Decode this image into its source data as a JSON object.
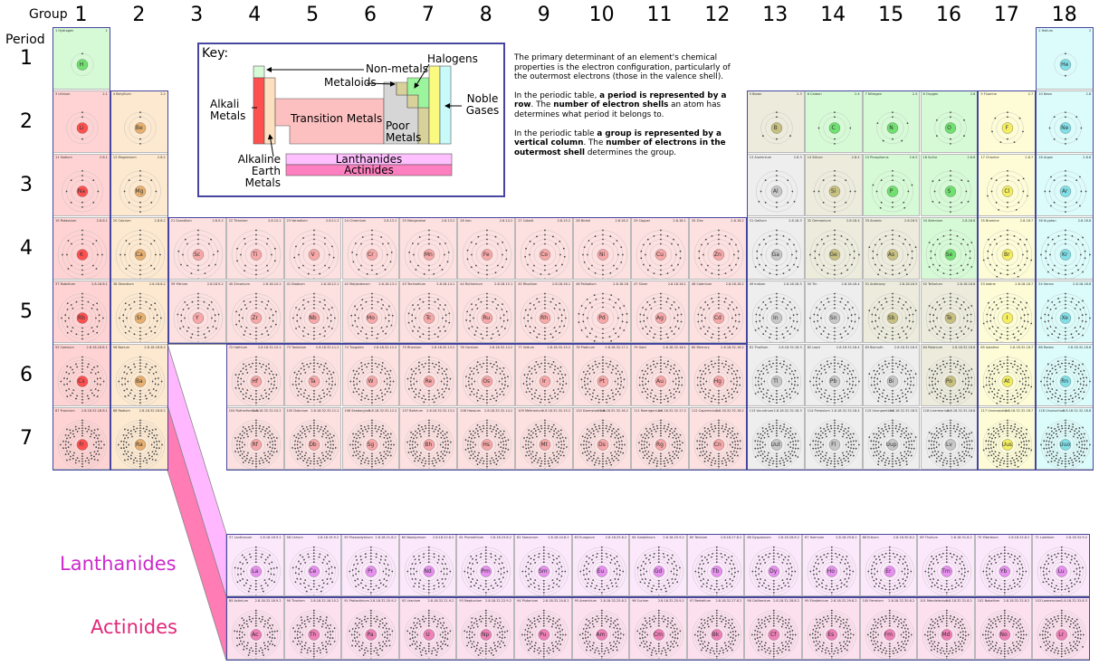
{
  "header": {
    "group_word": "Group",
    "period_word": "Period"
  },
  "groups": [
    "1",
    "2",
    "3",
    "4",
    "5",
    "6",
    "7",
    "8",
    "9",
    "10",
    "11",
    "12",
    "13",
    "14",
    "15",
    "16",
    "17",
    "18"
  ],
  "periods": [
    "1",
    "2",
    "3",
    "4",
    "5",
    "6",
    "7"
  ],
  "key": {
    "title": "Key:",
    "non_metals": "Non-metals",
    "halogens": "Halogens",
    "metaloids": "Metaloids",
    "alkali_metals": "Alkali Metals",
    "transition_metals": "Transition Metals",
    "noble_gases": "Noble Gases",
    "poor_metals": "Poor Metals",
    "alkaline_earth_metals": "Alkaline Earth Metals",
    "lanthanides": "Lanthanides",
    "actinides": "Actinides"
  },
  "info": {
    "p1": "The primary determinant of an element's chemical properties is the electron configuration, particularly of the outermost electrons (those in the valence shell).",
    "p2_a": "In the periodic table, ",
    "p2_b": "a period is represented by a row",
    "p2_c": ". The ",
    "p2_d": "number of electron shells",
    "p2_e": " an atom has determines what period it belongs to.",
    "p3_a": "In the periodic table ",
    "p3_b": "a group is represented by a vertical column",
    "p3_c": ". The ",
    "p3_d": "number of electrons in the outermost shell",
    "p3_e": " determines the group."
  },
  "row_labels": {
    "lanthanides": "Lanthanides",
    "actinides": "Actinides"
  },
  "colors": {
    "alkali": "#ffd3d3",
    "alkali_nucleus": "#ff5050",
    "alkaline": "#fde9d0",
    "alkaline_nucleus": "#e8b070",
    "transition": "#fde0e0",
    "transition_nucleus": "#f8a8a8",
    "poor": "#eeeeee",
    "poor_nucleus": "#c8c8c8",
    "metalloid": "#ecebdc",
    "metalloid_nucleus": "#c8c080",
    "nonmetal": "#d6fad6",
    "nonmetal_nucleus": "#70e070",
    "halogen": "#fdfcd6",
    "halogen_nucleus": "#f4ee60",
    "noble": "#dcfbfb",
    "noble_nucleus": "#80e0e8",
    "lanthanide": "#fce8fb",
    "lanthanide_nucleus": "#e890f0",
    "actinide": "#fde0ee",
    "actinide_nucleus": "#f080b8",
    "border": "#4646a0",
    "lanth_label": "#cc2acc",
    "actin_label": "#e0287a"
  },
  "elements": [
    {
      "n": 1,
      "name": "Hydrogen",
      "sym": "H",
      "cfg": "1",
      "cat": "nonmetal",
      "g": 1,
      "p": 1
    },
    {
      "n": 2,
      "name": "Helium",
      "sym": "He",
      "cfg": "2",
      "cat": "noble",
      "g": 18,
      "p": 1
    },
    {
      "n": 3,
      "name": "Lithium",
      "sym": "Li",
      "cfg": "2.1",
      "cat": "alkali",
      "g": 1,
      "p": 2
    },
    {
      "n": 4,
      "name": "Beryllium",
      "sym": "Be",
      "cfg": "2.2",
      "cat": "alkaline",
      "g": 2,
      "p": 2
    },
    {
      "n": 5,
      "name": "Boron",
      "sym": "B",
      "cfg": "2.3",
      "cat": "metalloid",
      "g": 13,
      "p": 2
    },
    {
      "n": 6,
      "name": "Carbon",
      "sym": "C",
      "cfg": "2.4",
      "cat": "nonmetal",
      "g": 14,
      "p": 2
    },
    {
      "n": 7,
      "name": "Nitrogen",
      "sym": "N",
      "cfg": "2.5",
      "cat": "nonmetal",
      "g": 15,
      "p": 2
    },
    {
      "n": 8,
      "name": "Oxygen",
      "sym": "O",
      "cfg": "2.6",
      "cat": "nonmetal",
      "g": 16,
      "p": 2
    },
    {
      "n": 9,
      "name": "Fluorine",
      "sym": "F",
      "cfg": "2.7",
      "cat": "halogen",
      "g": 17,
      "p": 2
    },
    {
      "n": 10,
      "name": "Neon",
      "sym": "Ne",
      "cfg": "2.8",
      "cat": "noble",
      "g": 18,
      "p": 2
    },
    {
      "n": 11,
      "name": "Sodium",
      "sym": "Na",
      "cfg": "2.8.1",
      "cat": "alkali",
      "g": 1,
      "p": 3
    },
    {
      "n": 12,
      "name": "Magnesium",
      "sym": "Mg",
      "cfg": "2.8.2",
      "cat": "alkaline",
      "g": 2,
      "p": 3
    },
    {
      "n": 13,
      "name": "Aluminium",
      "sym": "Al",
      "cfg": "2.8.3",
      "cat": "poor",
      "g": 13,
      "p": 3
    },
    {
      "n": 14,
      "name": "Silicon",
      "sym": "Si",
      "cfg": "2.8.4",
      "cat": "metalloid",
      "g": 14,
      "p": 3
    },
    {
      "n": 15,
      "name": "Phosphorus",
      "sym": "P",
      "cfg": "2.8.5",
      "cat": "nonmetal",
      "g": 15,
      "p": 3
    },
    {
      "n": 16,
      "name": "Sulfur",
      "sym": "S",
      "cfg": "2.8.6",
      "cat": "nonmetal",
      "g": 16,
      "p": 3
    },
    {
      "n": 17,
      "name": "Chlorine",
      "sym": "Cl",
      "cfg": "2.8.7",
      "cat": "halogen",
      "g": 17,
      "p": 3
    },
    {
      "n": 18,
      "name": "Argon",
      "sym": "Ar",
      "cfg": "2.8.8",
      "cat": "noble",
      "g": 18,
      "p": 3
    },
    {
      "n": 19,
      "name": "Potassium",
      "sym": "K",
      "cfg": "2.8.8.1",
      "cat": "alkali",
      "g": 1,
      "p": 4
    },
    {
      "n": 20,
      "name": "Calcium",
      "sym": "Ca",
      "cfg": "2.8.8.2",
      "cat": "alkaline",
      "g": 2,
      "p": 4
    },
    {
      "n": 21,
      "name": "Scandium",
      "sym": "Sc",
      "cfg": "2.8.9.2",
      "cat": "transition",
      "g": 3,
      "p": 4
    },
    {
      "n": 22,
      "name": "Titanium",
      "sym": "Ti",
      "cfg": "2.8.10.2",
      "cat": "transition",
      "g": 4,
      "p": 4
    },
    {
      "n": 23,
      "name": "Vanadium",
      "sym": "V",
      "cfg": "2.8.11.2",
      "cat": "transition",
      "g": 5,
      "p": 4
    },
    {
      "n": 24,
      "name": "Chromium",
      "sym": "Cr",
      "cfg": "2.8.13.1",
      "cat": "transition",
      "g": 6,
      "p": 4
    },
    {
      "n": 25,
      "name": "Manganese",
      "sym": "Mn",
      "cfg": "2.8.13.2",
      "cat": "transition",
      "g": 7,
      "p": 4
    },
    {
      "n": 26,
      "name": "Iron",
      "sym": "Fe",
      "cfg": "2.8.14.2",
      "cat": "transition",
      "g": 8,
      "p": 4
    },
    {
      "n": 27,
      "name": "Cobalt",
      "sym": "Co",
      "cfg": "2.8.15.2",
      "cat": "transition",
      "g": 9,
      "p": 4
    },
    {
      "n": 28,
      "name": "Nickel",
      "sym": "Ni",
      "cfg": "2.8.16.2",
      "cat": "transition",
      "g": 10,
      "p": 4
    },
    {
      "n": 29,
      "name": "Copper",
      "sym": "Cu",
      "cfg": "2.8.18.1",
      "cat": "transition",
      "g": 11,
      "p": 4
    },
    {
      "n": 30,
      "name": "Zinc",
      "sym": "Zn",
      "cfg": "2.8.18.2",
      "cat": "transition",
      "g": 12,
      "p": 4
    },
    {
      "n": 31,
      "name": "Gallium",
      "sym": "Ga",
      "cfg": "2.8.18.3",
      "cat": "poor",
      "g": 13,
      "p": 4
    },
    {
      "n": 32,
      "name": "Germanium",
      "sym": "Ge",
      "cfg": "2.8.18.4",
      "cat": "metalloid",
      "g": 14,
      "p": 4
    },
    {
      "n": 33,
      "name": "Arsenic",
      "sym": "As",
      "cfg": "2.8.18.5",
      "cat": "metalloid",
      "g": 15,
      "p": 4
    },
    {
      "n": 34,
      "name": "Selenium",
      "sym": "Se",
      "cfg": "2.8.18.6",
      "cat": "nonmetal",
      "g": 16,
      "p": 4
    },
    {
      "n": 35,
      "name": "Bromine",
      "sym": "Br",
      "cfg": "2.8.18.7",
      "cat": "halogen",
      "g": 17,
      "p": 4
    },
    {
      "n": 36,
      "name": "Krypton",
      "sym": "Kr",
      "cfg": "2.8.18.8",
      "cat": "noble",
      "g": 18,
      "p": 4
    },
    {
      "n": 37,
      "name": "Rubidium",
      "sym": "Rb",
      "cfg": "2.8.18.8.1",
      "cat": "alkali",
      "g": 1,
      "p": 5
    },
    {
      "n": 38,
      "name": "Strontium",
      "sym": "Sr",
      "cfg": "2.8.18.8.2",
      "cat": "alkaline",
      "g": 2,
      "p": 5
    },
    {
      "n": 39,
      "name": "Yttrium",
      "sym": "Y",
      "cfg": "2.8.18.9.2",
      "cat": "transition",
      "g": 3,
      "p": 5
    },
    {
      "n": 40,
      "name": "Zirconium",
      "sym": "Zr",
      "cfg": "2.8.18.10.2",
      "cat": "transition",
      "g": 4,
      "p": 5
    },
    {
      "n": 41,
      "name": "Niobium",
      "sym": "Nb",
      "cfg": "2.8.18.12.1",
      "cat": "transition",
      "g": 5,
      "p": 5
    },
    {
      "n": 42,
      "name": "Molybdenum",
      "sym": "Mo",
      "cfg": "2.8.18.13.1",
      "cat": "transition",
      "g": 6,
      "p": 5
    },
    {
      "n": 43,
      "name": "Technetium",
      "sym": "Tc",
      "cfg": "2.8.18.14.1",
      "cat": "transition",
      "g": 7,
      "p": 5
    },
    {
      "n": 44,
      "name": "Ruthenium",
      "sym": "Ru",
      "cfg": "2.8.18.15.1",
      "cat": "transition",
      "g": 8,
      "p": 5
    },
    {
      "n": 45,
      "name": "Rhodium",
      "sym": "Rh",
      "cfg": "2.8.18.16.1",
      "cat": "transition",
      "g": 9,
      "p": 5
    },
    {
      "n": 46,
      "name": "Palladium",
      "sym": "Pd",
      "cfg": "2.8.18.18",
      "cat": "transition",
      "g": 10,
      "p": 5
    },
    {
      "n": 47,
      "name": "Silver",
      "sym": "Ag",
      "cfg": "2.8.18.18.1",
      "cat": "transition",
      "g": 11,
      "p": 5
    },
    {
      "n": 48,
      "name": "Cadmium",
      "sym": "Cd",
      "cfg": "2.8.18.18.2",
      "cat": "transition",
      "g": 12,
      "p": 5
    },
    {
      "n": 49,
      "name": "Indium",
      "sym": "In",
      "cfg": "2.8.18.18.3",
      "cat": "poor",
      "g": 13,
      "p": 5
    },
    {
      "n": 50,
      "name": "Tin",
      "sym": "Sn",
      "cfg": "2.8.18.18.4",
      "cat": "poor",
      "g": 14,
      "p": 5
    },
    {
      "n": 51,
      "name": "Antimony",
      "sym": "Sb",
      "cfg": "2.8.18.18.5",
      "cat": "metalloid",
      "g": 15,
      "p": 5
    },
    {
      "n": 52,
      "name": "Tellurium",
      "sym": "Te",
      "cfg": "2.8.18.18.6",
      "cat": "metalloid",
      "g": 16,
      "p": 5
    },
    {
      "n": 53,
      "name": "Iodine",
      "sym": "I",
      "cfg": "2.8.18.18.7",
      "cat": "halogen",
      "g": 17,
      "p": 5
    },
    {
      "n": 54,
      "name": "Xenon",
      "sym": "Xe",
      "cfg": "2.8.18.18.8",
      "cat": "noble",
      "g": 18,
      "p": 5
    },
    {
      "n": 55,
      "name": "Caesium",
      "sym": "Cs",
      "cfg": "2.8.18.18.8.1",
      "cat": "alkali",
      "g": 1,
      "p": 6
    },
    {
      "n": 56,
      "name": "Barium",
      "sym": "Ba",
      "cfg": "2.8.18.18.8.2",
      "cat": "alkaline",
      "g": 2,
      "p": 6
    },
    {
      "n": 72,
      "name": "Hafnium",
      "sym": "Hf",
      "cfg": "2.8.18.32.10.2",
      "cat": "transition",
      "g": 4,
      "p": 6
    },
    {
      "n": 73,
      "name": "Tantalum",
      "sym": "Ta",
      "cfg": "2.8.18.32.11.2",
      "cat": "transition",
      "g": 5,
      "p": 6
    },
    {
      "n": 74,
      "name": "Tungsten",
      "sym": "W",
      "cfg": "2.8.18.32.12.2",
      "cat": "transition",
      "g": 6,
      "p": 6
    },
    {
      "n": 75,
      "name": "Rhenium",
      "sym": "Re",
      "cfg": "2.8.18.32.13.2",
      "cat": "transition",
      "g": 7,
      "p": 6
    },
    {
      "n": 76,
      "name": "Osmium",
      "sym": "Os",
      "cfg": "2.8.18.32.14.2",
      "cat": "transition",
      "g": 8,
      "p": 6
    },
    {
      "n": 77,
      "name": "Iridium",
      "sym": "Ir",
      "cfg": "2.8.18.32.15.2",
      "cat": "transition",
      "g": 9,
      "p": 6
    },
    {
      "n": 78,
      "name": "Platinum",
      "sym": "Pt",
      "cfg": "2.8.18.32.17.1",
      "cat": "transition",
      "g": 10,
      "p": 6
    },
    {
      "n": 79,
      "name": "Gold",
      "sym": "Au",
      "cfg": "2.8.18.32.18.1",
      "cat": "transition",
      "g": 11,
      "p": 6
    },
    {
      "n": 80,
      "name": "Mercury",
      "sym": "Hg",
      "cfg": "2.8.18.32.18.2",
      "cat": "transition",
      "g": 12,
      "p": 6
    },
    {
      "n": 81,
      "name": "Thallium",
      "sym": "Tl",
      "cfg": "2.8.18.32.18.3",
      "cat": "poor",
      "g": 13,
      "p": 6
    },
    {
      "n": 82,
      "name": "Lead",
      "sym": "Pb",
      "cfg": "2.8.18.32.18.4",
      "cat": "poor",
      "g": 14,
      "p": 6
    },
    {
      "n": 83,
      "name": "Bismuth",
      "sym": "Bi",
      "cfg": "2.8.18.32.18.5",
      "cat": "poor",
      "g": 15,
      "p": 6
    },
    {
      "n": 84,
      "name": "Polonium",
      "sym": "Po",
      "cfg": "2.8.18.32.18.6",
      "cat": "metalloid",
      "g": 16,
      "p": 6
    },
    {
      "n": 85,
      "name": "Astatine",
      "sym": "At",
      "cfg": "2.8.18.32.18.7",
      "cat": "halogen",
      "g": 17,
      "p": 6
    },
    {
      "n": 86,
      "name": "Radon",
      "sym": "Rn",
      "cfg": "2.8.18.32.18.8",
      "cat": "noble",
      "g": 18,
      "p": 6
    },
    {
      "n": 87,
      "name": "Francium",
      "sym": "Fr",
      "cfg": "2.8.18.32.18.8.1",
      "cat": "alkali",
      "g": 1,
      "p": 7
    },
    {
      "n": 88,
      "name": "Radium",
      "sym": "Ra",
      "cfg": "2.8.18.32.18.8.2",
      "cat": "alkaline",
      "g": 2,
      "p": 7
    },
    {
      "n": 104,
      "name": "Rutherfordium",
      "sym": "Rf",
      "cfg": "2.8.18.32.32.10.2",
      "cat": "transition",
      "g": 4,
      "p": 7
    },
    {
      "n": 105,
      "name": "Dubnium",
      "sym": "Db",
      "cfg": "2.8.18.32.32.11.2",
      "cat": "transition",
      "g": 5,
      "p": 7
    },
    {
      "n": 106,
      "name": "Seaborgium",
      "sym": "Sg",
      "cfg": "2.8.18.32.32.12.2",
      "cat": "transition",
      "g": 6,
      "p": 7
    },
    {
      "n": 107,
      "name": "Bohrium",
      "sym": "Bh",
      "cfg": "2.8.18.32.32.13.2",
      "cat": "transition",
      "g": 7,
      "p": 7
    },
    {
      "n": 108,
      "name": "Hassium",
      "sym": "Hs",
      "cfg": "2.8.18.32.32.14.2",
      "cat": "transition",
      "g": 8,
      "p": 7
    },
    {
      "n": 109,
      "name": "Meitnerium",
      "sym": "Mt",
      "cfg": "2.8.18.32.32.15.2",
      "cat": "transition",
      "g": 9,
      "p": 7
    },
    {
      "n": 110,
      "name": "Darmstadtium",
      "sym": "Ds",
      "cfg": "2.8.18.32.32.16.2",
      "cat": "transition",
      "g": 10,
      "p": 7
    },
    {
      "n": 111,
      "name": "Roentgenium",
      "sym": "Rg",
      "cfg": "2.8.18.32.32.17.2",
      "cat": "transition",
      "g": 11,
      "p": 7
    },
    {
      "n": 112,
      "name": "Copernicium",
      "sym": "Cn",
      "cfg": "2.8.18.32.32.18.2",
      "cat": "transition",
      "g": 12,
      "p": 7
    },
    {
      "n": 113,
      "name": "Ununtrium",
      "sym": "Uut",
      "cfg": "2.8.18.32.32.18.3",
      "cat": "poor",
      "g": 13,
      "p": 7
    },
    {
      "n": 114,
      "name": "Flerovium",
      "sym": "Fl",
      "cfg": "2.8.18.32.32.18.4",
      "cat": "poor",
      "g": 14,
      "p": 7
    },
    {
      "n": 115,
      "name": "Ununpentium",
      "sym": "Uup",
      "cfg": "2.8.18.32.32.18.5",
      "cat": "poor",
      "g": 15,
      "p": 7
    },
    {
      "n": 116,
      "name": "Livermorium",
      "sym": "Lv",
      "cfg": "2.8.18.32.32.18.6",
      "cat": "poor",
      "g": 16,
      "p": 7
    },
    {
      "n": 117,
      "name": "Ununseptium",
      "sym": "Uus",
      "cfg": "2.8.18.32.32.18.7",
      "cat": "halogen",
      "g": 17,
      "p": 7
    },
    {
      "n": 118,
      "name": "Ununoctium",
      "sym": "Uuo",
      "cfg": "2.8.18.32.32.18.8",
      "cat": "noble",
      "g": 18,
      "p": 7
    }
  ],
  "lanthanides": [
    {
      "n": 57,
      "name": "Lanthanum",
      "sym": "La",
      "cfg": "2.8.18.18.9.2"
    },
    {
      "n": 58,
      "name": "Cerium",
      "sym": "Ce",
      "cfg": "2.8.18.19.9.2"
    },
    {
      "n": 59,
      "name": "Praseodymium",
      "sym": "Pr",
      "cfg": "2.8.18.21.8.2"
    },
    {
      "n": 60,
      "name": "Neodymium",
      "sym": "Nd",
      "cfg": "2.8.18.22.8.2"
    },
    {
      "n": 61,
      "name": "Promethium",
      "sym": "Pm",
      "cfg": "2.8.18.23.8.2"
    },
    {
      "n": 62,
      "name": "Samarium",
      "sym": "Sm",
      "cfg": "2.8.18.24.8.2"
    },
    {
      "n": 63,
      "name": "Europium",
      "sym": "Eu",
      "cfg": "2.8.18.25.8.2"
    },
    {
      "n": 64,
      "name": "Gadolinium",
      "sym": "Gd",
      "cfg": "2.8.18.25.9.2"
    },
    {
      "n": 65,
      "name": "Terbium",
      "sym": "Tb",
      "cfg": "2.8.18.27.8.2"
    },
    {
      "n": 66,
      "name": "Dysprosium",
      "sym": "Dy",
      "cfg": "2.8.18.28.8.2"
    },
    {
      "n": 67,
      "name": "Holmium",
      "sym": "Ho",
      "cfg": "2.8.18.29.8.2"
    },
    {
      "n": 68,
      "name": "Erbium",
      "sym": "Er",
      "cfg": "2.8.18.30.8.2"
    },
    {
      "n": 69,
      "name": "Thulium",
      "sym": "Tm",
      "cfg": "2.8.18.31.8.2"
    },
    {
      "n": 70,
      "name": "Ytterbium",
      "sym": "Yb",
      "cfg": "2.8.18.32.8.2"
    },
    {
      "n": 71,
      "name": "Lutetium",
      "sym": "Lu",
      "cfg": "2.8.18.32.9.2"
    }
  ],
  "actinides": [
    {
      "n": 89,
      "name": "Actinium",
      "sym": "Ac",
      "cfg": "2.8.18.32.18.9.2"
    },
    {
      "n": 90,
      "name": "Thorium",
      "sym": "Th",
      "cfg": "2.8.18.32.18.10.2"
    },
    {
      "n": 91,
      "name": "Protactinium",
      "sym": "Pa",
      "cfg": "2.8.18.32.20.9.2"
    },
    {
      "n": 92,
      "name": "Uranium",
      "sym": "U",
      "cfg": "2.8.18.32.21.9.2"
    },
    {
      "n": 93,
      "name": "Neptunium",
      "sym": "Np",
      "cfg": "2.8.18.32.22.9.2"
    },
    {
      "n": 94,
      "name": "Plutonium",
      "sym": "Pu",
      "cfg": "2.8.18.32.24.8.2"
    },
    {
      "n": 95,
      "name": "Americium",
      "sym": "Am",
      "cfg": "2.8.18.32.25.8.2"
    },
    {
      "n": 96,
      "name": "Curium",
      "sym": "Cm",
      "cfg": "2.8.18.32.25.9.2"
    },
    {
      "n": 97,
      "name": "Berkelium",
      "sym": "Bk",
      "cfg": "2.8.18.32.27.8.2"
    },
    {
      "n": 98,
      "name": "Californium",
      "sym": "Cf",
      "cfg": "2.8.18.32.28.8.2"
    },
    {
      "n": 99,
      "name": "Einsteinium",
      "sym": "Es",
      "cfg": "2.8.18.32.29.8.2"
    },
    {
      "n": 100,
      "name": "Fermium",
      "sym": "Fm",
      "cfg": "2.8.18.32.30.8.2"
    },
    {
      "n": 101,
      "name": "Mendelevium",
      "sym": "Md",
      "cfg": "2.8.18.32.31.8.2"
    },
    {
      "n": 102,
      "name": "Nobelium",
      "sym": "No",
      "cfg": "2.8.18.32.32.8.2"
    },
    {
      "n": 103,
      "name": "Lawrencium",
      "sym": "Lr",
      "cfg": "2.8.18.32.32.8.3"
    }
  ]
}
